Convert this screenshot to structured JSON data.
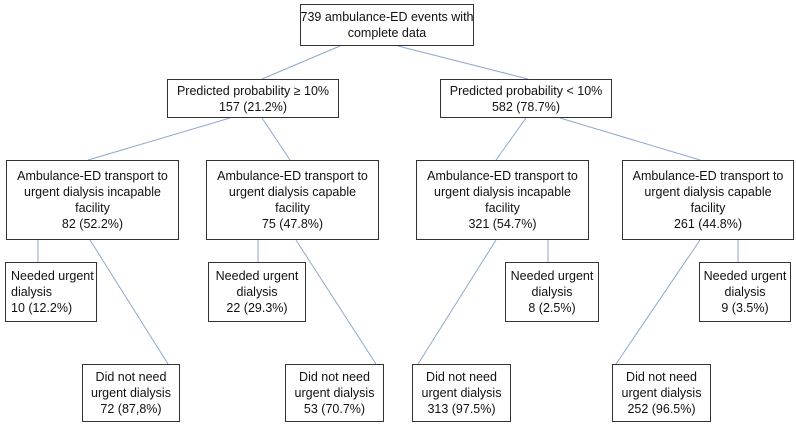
{
  "nodes": {
    "root": [
      "739 ambulance-ED events with",
      "complete data"
    ],
    "high": [
      "Predicted probability ≥ 10%",
      "157 (21.2%)"
    ],
    "low": [
      "Predicted probability < 10%",
      "582 (78.7%)"
    ],
    "h_incap": [
      "Ambulance-ED transport to",
      "urgent dialysis incapable",
      "facility",
      "82 (52.2%)"
    ],
    "h_cap": [
      "Ambulance-ED transport to",
      "urgent dialysis capable",
      "facility",
      "75 (47.8%)"
    ],
    "l_incap": [
      "Ambulance-ED transport to",
      "urgent dialysis incapable",
      "facility",
      "321 (54.7%)"
    ],
    "l_cap": [
      "Ambulance-ED transport to",
      "urgent dialysis capable",
      "facility",
      "261 (44.8%)"
    ],
    "hi_need": [
      "Needed urgent",
      "dialysis",
      "10 (12.2%)"
    ],
    "hc_need": [
      "Needed urgent",
      "dialysis",
      "22 (29.3%)"
    ],
    "li_need": [
      "Needed urgent",
      "dialysis",
      "8 (2.5%)"
    ],
    "lc_need": [
      "Needed urgent",
      "dialysis",
      "9 (3.5%)"
    ],
    "hi_not": [
      "Did not need",
      "urgent dialysis",
      "72 (87,8%)"
    ],
    "hc_not": [
      "Did not need",
      "urgent dialysis",
      "53 (70.7%)"
    ],
    "li_not": [
      "Did not need",
      "urgent dialysis",
      "313 (97.5%)"
    ],
    "lc_not": [
      "Did not need",
      "urgent dialysis",
      "252 (96.5%)"
    ]
  }
}
